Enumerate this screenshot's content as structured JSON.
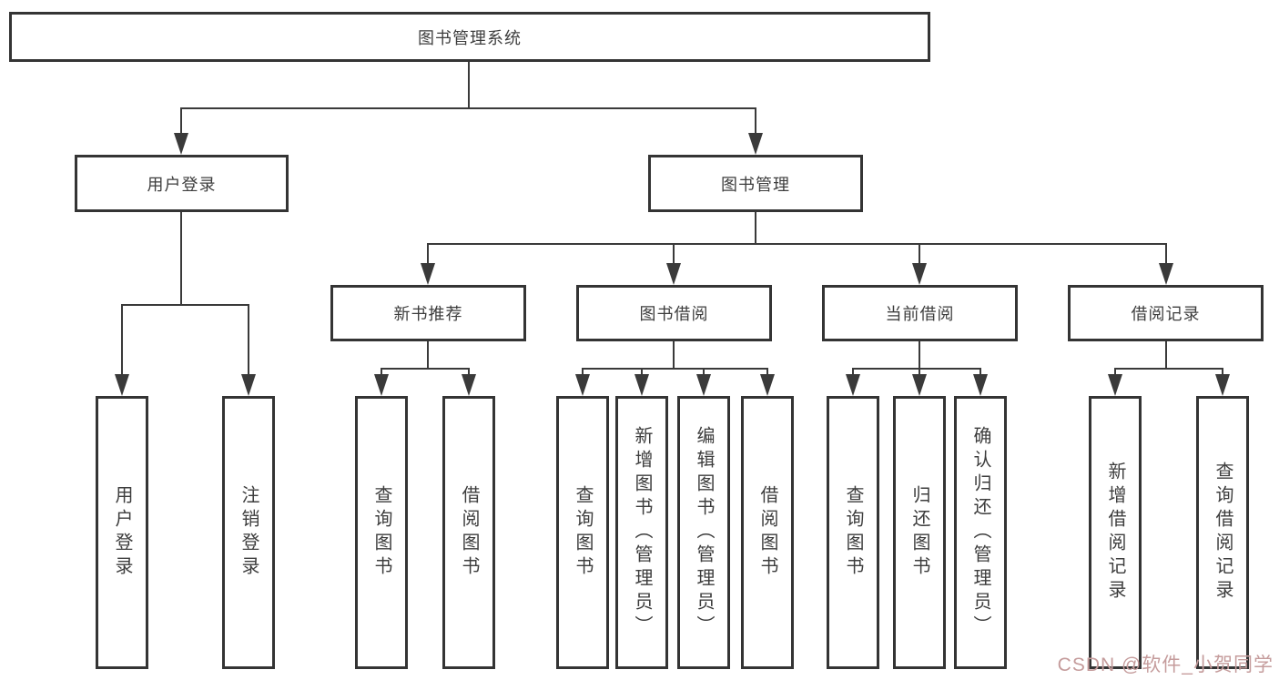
{
  "diagram": {
    "root": {
      "label": "图书管理系统",
      "children": [
        {
          "label": "用户登录",
          "children": [
            {
              "label": "用户登录"
            },
            {
              "label": "注销登录"
            }
          ]
        },
        {
          "label": "图书管理",
          "children": [
            {
              "label": "新书推荐",
              "children": [
                {
                  "label": "查询图书"
                },
                {
                  "label": "借阅图书"
                }
              ]
            },
            {
              "label": "图书借阅",
              "children": [
                {
                  "label": "查询图书"
                },
                {
                  "label": "新增图书（管理员）"
                },
                {
                  "label": "编辑图书（管理员）"
                },
                {
                  "label": "借阅图书"
                }
              ]
            },
            {
              "label": "当前借阅",
              "children": [
                {
                  "label": "查询图书"
                },
                {
                  "label": "归还图书"
                },
                {
                  "label": "确认归还（管理员）"
                }
              ]
            },
            {
              "label": "借阅记录",
              "children": [
                {
                  "label": "新增借阅记录"
                },
                {
                  "label": "查询借阅记录"
                }
              ]
            }
          ]
        }
      ]
    }
  },
  "watermark": {
    "text": "CSDN @软件_小贺同学",
    "color": "#c59c9c"
  },
  "colors": {
    "box_border": "#343434",
    "connector": "#3a3a3a",
    "text": "#3d3d3d",
    "background": "#ffffff"
  }
}
